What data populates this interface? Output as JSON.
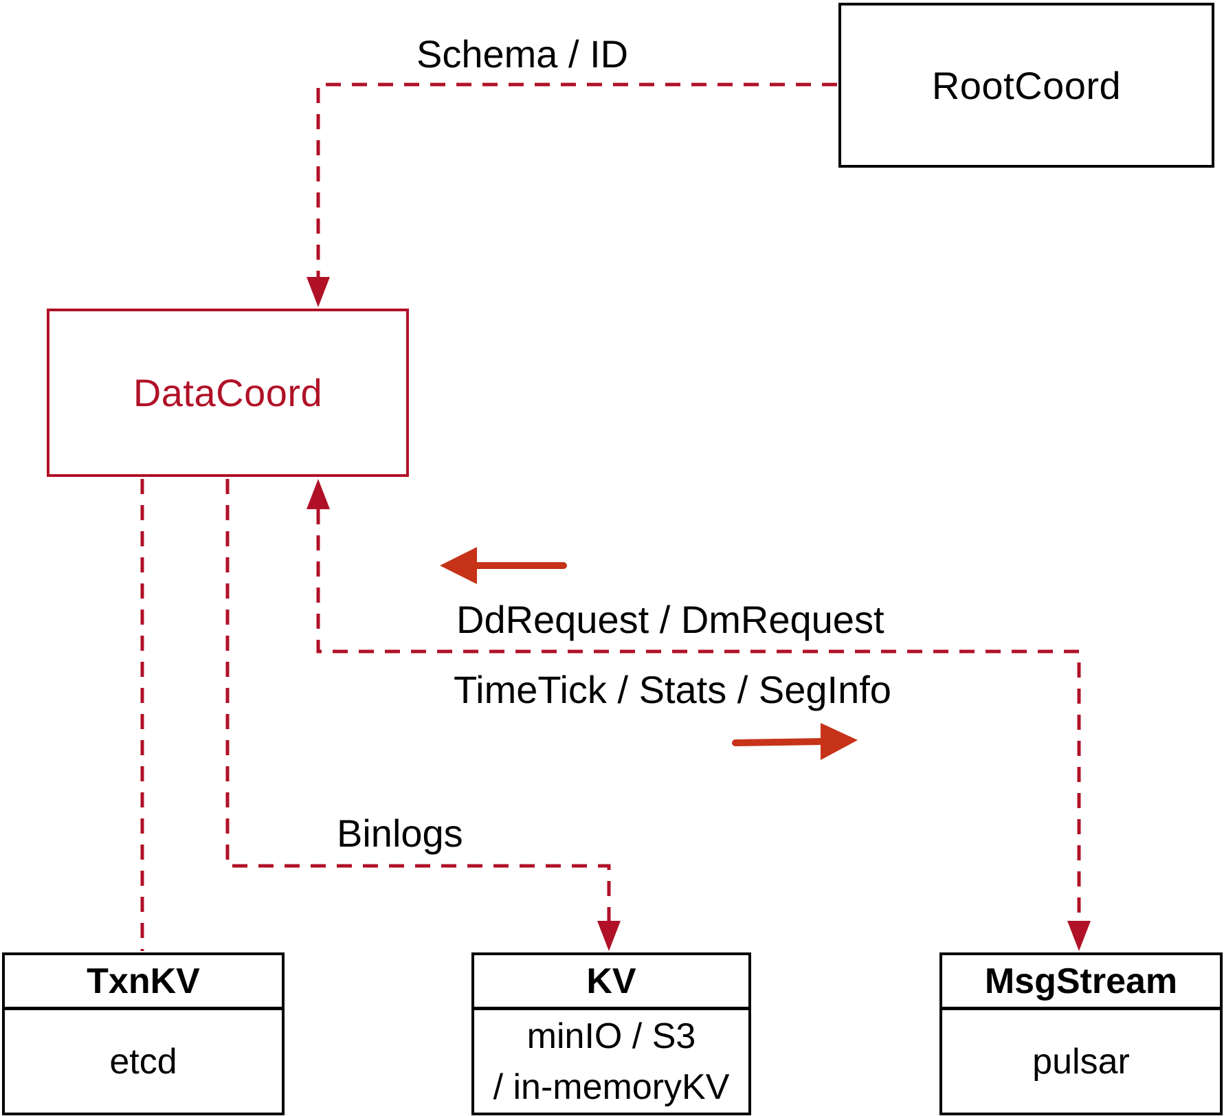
{
  "diagram": {
    "nodes": {
      "rootcoord": {
        "label": "RootCoord"
      },
      "datacoord": {
        "label": "DataCoord"
      },
      "txnkv": {
        "title": "TxnKV",
        "body": "etcd"
      },
      "kv": {
        "title": "KV",
        "body_line1": "minIO / S3",
        "body_line2": "/ in-memoryKV"
      },
      "msgstream": {
        "title": "MsgStream",
        "body": "pulsar"
      }
    },
    "edge_labels": {
      "schema_id": "Schema / ID",
      "dd_dm_request": "DdRequest / DmRequest",
      "timetick_stats_seginfo": "TimeTick / Stats / SegInfo",
      "binlogs": "Binlogs"
    },
    "colors": {
      "crimson": "#b01127",
      "arrow_red": "#c63318",
      "black": "#000000"
    }
  }
}
